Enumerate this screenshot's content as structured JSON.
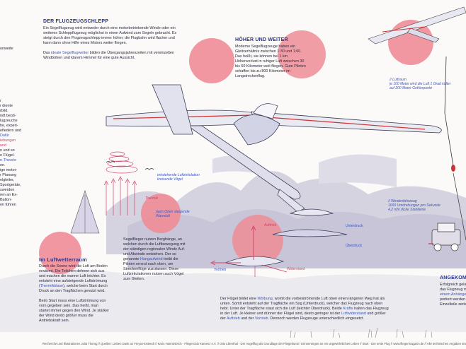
{
  "colors": {
    "accent": "#27348b",
    "highlight": "#3a55c4",
    "pink": "#e77a86",
    "red": "#d1416a"
  },
  "left_fragment": {
    "line1": "onweite",
    "lines": [
      "r",
      "r diente",
      "rbild.",
      "ndt beob-",
      "lugzeuche",
      "he, experi-",
      "efledern und",
      "Dafür",
      "iebungen und",
      "n und so",
      "e Flügel-",
      "n-Theorie",
      "en.",
      "ige motor-",
      "r Planung",
      "elgleiter,",
      "Sportgeräte,",
      "swerden",
      "ren an Ex-",
      "Ballon-",
      "en führen"
    ]
  },
  "schlepp": {
    "title": "DER FLUGZEUGSCHLEPP",
    "p1": "Ein Segelflugzeug wird entweder durch eine motorbetriebende Winde oder ein weiteres Schleppflugzeug möglichst in einen Aufwind zum Segeln gebracht. Es steigt durch den Flugzeugschlepp immer höher, die Flugbahn wird flacher und kann dann ohne Hilfe eines Motors weiter fliegen.",
    "p2_pre": "Das ",
    "p2_link": "ideale Segelflugwetter",
    "p2_post": " bilden die Übergangsjahreszeiten mit vereinzelten Windböhen und klarem Himmel für eine gute Aussicht."
  },
  "hoeher": {
    "title": "HÖHER UND WEITER",
    "text": "Moderne Segelflugzeuge haben ein Gleitverhältnis zwischen 1:30 und 1:60. Das heißt, sie können bei 1 km Höhenverlust in ruhiger Luft zwischen 30 bis 60 Kilometer weit fliegen. Gute Piloten schaffen bis zu 800 Kilometer im Langstreckenflug."
  },
  "luftraum_note": "// Luftraum\nje 100 Meter wird die Luft 1 Grad kälter\nauf 200 Meter Gefrierpunkt",
  "windenfahrt_note": "// Windenfahrzeug\n1000 Umdrehungen pro Sekunde\n4,2 mm dicke Stahlleine",
  "thermik_notes": {
    "a": "entstehende Luftzirkulation\nkreisende Vögel",
    "b": "Thermik",
    "c": "nach Oben steigende\nWarmluft"
  },
  "luftwetterraum": {
    "title": "Im Luftwetterraum",
    "p1_pre": "Durch die Sonne wird die Luft am Boden erwärmt. Die Teilchen dehnen sich aus und machen die warme Luft leichter. Es entsteht eine aufsteigende Luftströmung (",
    "p1_link": "Thermikblase",
    "p1_post": "), welche beim Start durch Druck an den Tragflächen genutzt wird.",
    "p2": "Beim Start muss eine Luftströmung von vorn gegeben sein. Das heißt, man startet immer gegen den Wind. Je stärker der Wind desto größer muss die Antriebskraft sein."
  },
  "segelflieger": {
    "pre": "Segelflieger nutzen Berghänge, an welchen durch die Luftbewegung mit der ständigen regionalen Winde Auf- und Abwinde entstehen. Der so genannte ",
    "link": "Hangaufwind",
    "post": " treibt die Piloten erneut nach oben, um Streckenflüge zuzulassen. Diese Luftzirkulationen nutzen auch Vögel zum Gleiten."
  },
  "wing_labels": {
    "auftrieb": "Auftrieb",
    "unterdruck": "Unterdruck",
    "ueberdruck": "Überdruck",
    "vortrieb": "Vortrieb",
    "widerstand": "Widerstand"
  },
  "fluegel": {
    "s1": "Der Flügel bildet eine ",
    "l1": "Wölbung",
    "s2": ", womit die vorbeiströmende Luft oben einen längeren Weg hat als unten. Somit entsteht auf der Tragfläche ein Sog (Unterdruck), welcher das Flugzeug nach oben hebt. Unter der Tragfläche staut sich die Luft (leichter Überdruck). Beide ",
    "l2": "Kräfte",
    "s3": " halten das Flugzeug in der Luft. Je kleiner und dünner der Flügel sind, desto geringer ist der ",
    "l3": "Luftwiderstand",
    "s4": " und größer der ",
    "l4": "Auftrieb",
    "s5": " und der ",
    "l5": "Vortrieb",
    "s6": ". Dennoch werden Flugzeuge unterschiedlich eingesetzt."
  },
  "angekommen": {
    "title": "ANGEKOMM",
    "lines": [
      "Erfolgreich gela",
      "das Flugzeug m",
      "einem Anhänge",
      "portiert werden",
      "Einzelteile zerle"
    ]
  },
  "footer": "Recherche und Illustrationen Julia Thorog // Quellen: Lieben Dank an Freya Hosteedt // Karin Hannietzsch - Fliegerclub Kamenz e.V. // Otto Lilienthal - Der Vogelflug als Grundlage der Fliegekunst / Erinnerungen an ein ungewöhnliches Leben // Start - Der erste Flug // www.fliegermagazin.de // Alle technischen Angaben sind Richtwerte"
}
